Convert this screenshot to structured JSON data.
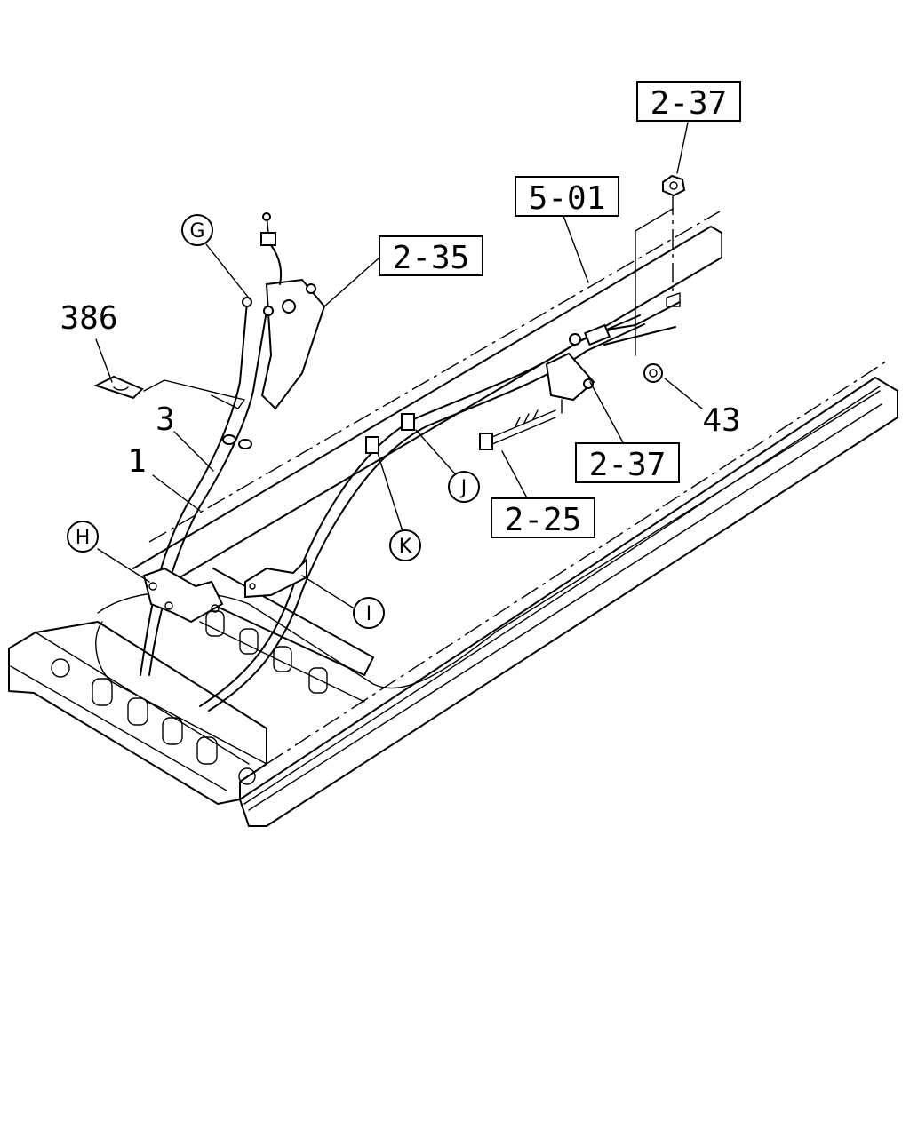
{
  "diagram": {
    "ref_labels": {
      "r237_top": "2-37",
      "r501": "5-01",
      "r235": "2-35",
      "r237_right": "2-37",
      "r225": "2-25"
    },
    "part_numbers": {
      "p386": "386",
      "p3": "3",
      "p1": "1",
      "p43": "43"
    },
    "callouts": {
      "G": "G",
      "H": "H",
      "I": "I",
      "J": "J",
      "K": "K"
    }
  }
}
